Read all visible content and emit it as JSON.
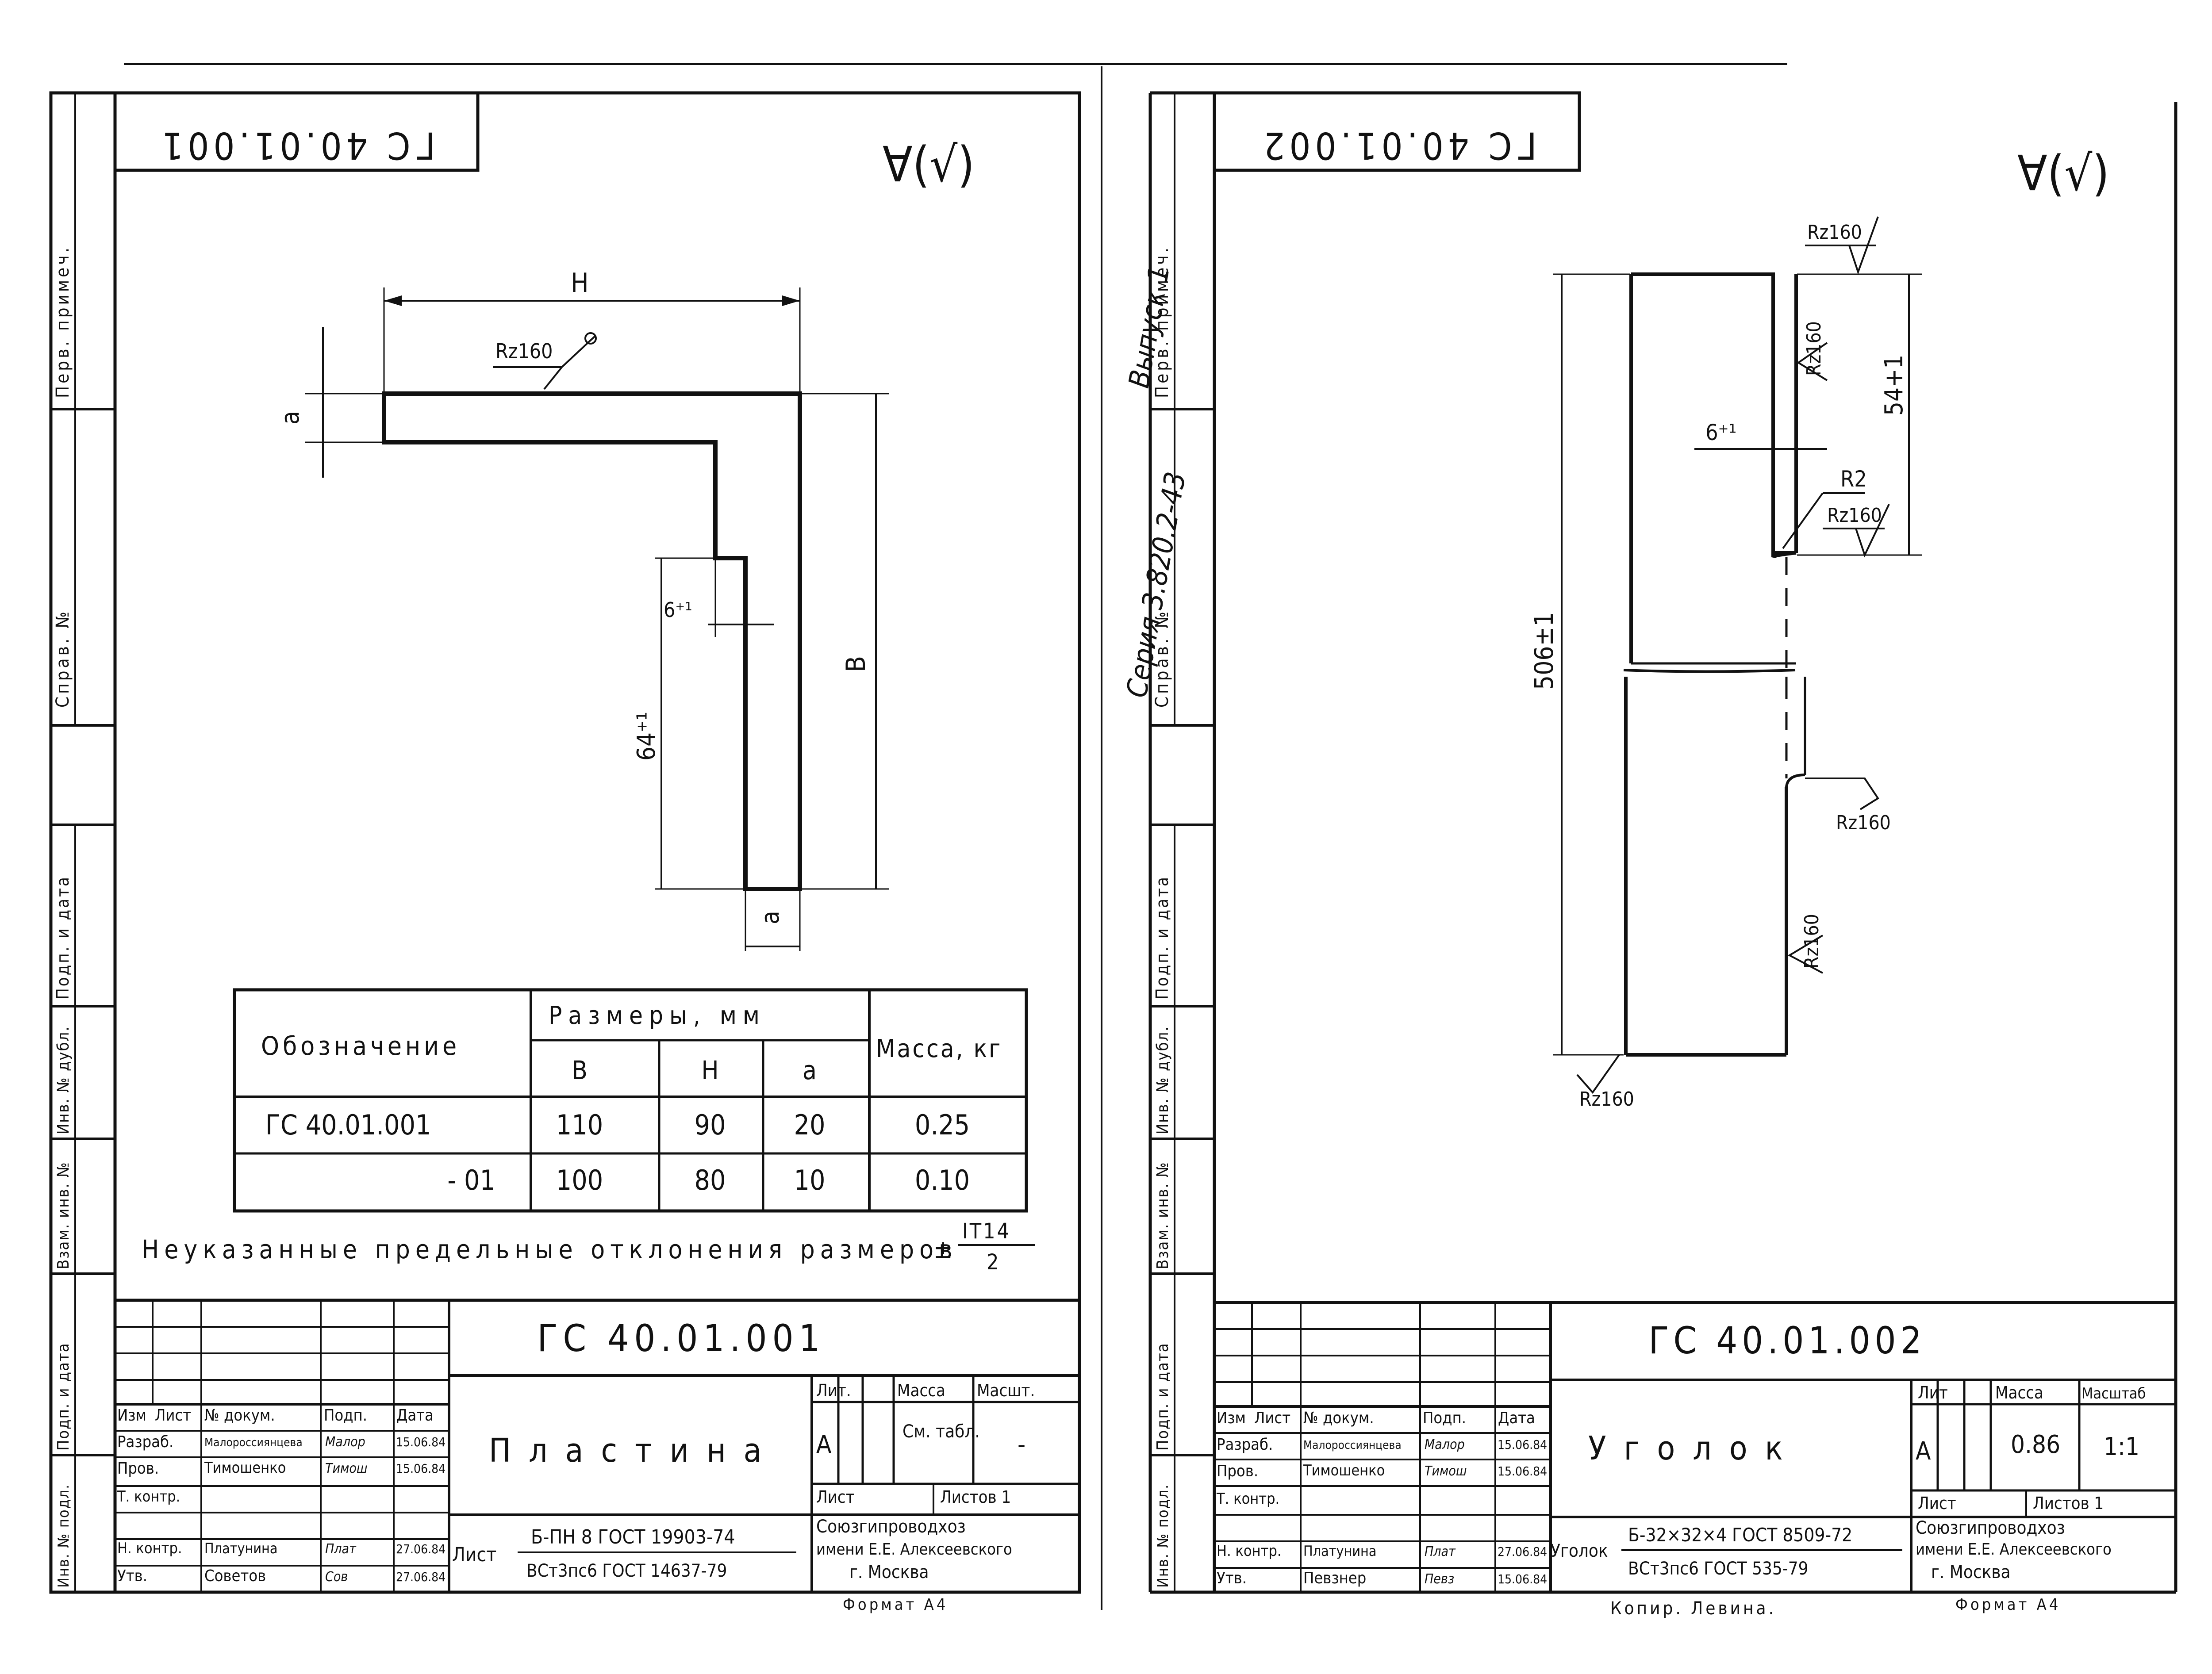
{
  "sheets": [
    {
      "code_top": "ГС 40.01.001",
      "roughness_mark": "∀(√)",
      "dims": {
        "H": "H",
        "a_top": "a",
        "Rz": "Rz160",
        "six": "6⁺¹",
        "sixtyfour": "64⁺¹",
        "B": "B",
        "a_bottom": "a"
      },
      "table": {
        "header": "Обозначение",
        "group": "Размеры, мм",
        "mass": "Масса, кг",
        "cols": [
          "B",
          "H",
          "a"
        ],
        "rows": [
          {
            "name": "ГС 40.01.001",
            "v": [
              "110",
              "90",
              "20"
            ],
            "mass": "0.25"
          },
          {
            "name": "- 01",
            "v": [
              "100",
              "80",
              "10"
            ],
            "mass": "0.10"
          }
        ]
      },
      "note": "Неуказанные предельные отклонения размеров",
      "note_frac": {
        "sign": "±",
        "num": "IT14",
        "den": "2"
      },
      "side": {
        "perv": "Перв. примеч.",
        "sprav": "Справ. №",
        "podp": "Подп. и дата",
        "inv_dubl": "Инв. № дубл.",
        "vzam": "Взам. инв. №",
        "podp2": "Подп. и дата",
        "inv_podl": "Инв. № подл."
      },
      "stamp": {
        "code": "ГС 40.01.001",
        "title": "Пластина",
        "hdr": [
          "Изм",
          "Лист",
          "№ докум.",
          "Подп.",
          "Дата"
        ],
        "roles": [
          {
            "role": "Разраб.",
            "name": "Малороссиянцева",
            "sign": "Малор",
            "date": "15.06.84"
          },
          {
            "role": "Пров.",
            "name": "Тимошенко",
            "sign": "Тимош",
            "date": "15.06.84"
          },
          {
            "role": "Т. контр.",
            "name": "",
            "sign": "",
            "date": ""
          },
          {
            "role": "Н. контр.",
            "name": "Платунина",
            "sign": "Плат",
            "date": "27.06.84"
          },
          {
            "role": "Утв.",
            "name": "Советов",
            "sign": "Сов",
            "date": "27.06.84"
          }
        ],
        "lit": "Лит.",
        "massa": "Масса",
        "masht": "Масшт.",
        "lit_val": "А",
        "mass_val": "См. табл.",
        "scale_val": "-",
        "list": "Лист",
        "listov": "Листов 1",
        "material_label": "Лист",
        "mat1": "Б-ПН 8 ГОСТ 19903-74",
        "mat2": "ВСт3пс6 ГОСТ 14637-79",
        "org1": "Союзгипроводхоз",
        "org2": "имени Е.Е. Алексеевского",
        "org3": "г. Москва",
        "format": "Формат А4"
      }
    },
    {
      "code_top": "ГС 40.01.002",
      "roughness_mark": "∀(√)",
      "series": "Серия 3.820.2-43",
      "vypusk": "Выпуск 1",
      "dims": {
        "rz": "Rz160",
        "len": "506±1",
        "fiftyfour": "54+1",
        "six": "6⁺¹",
        "r2": "R2"
      },
      "side": {
        "perv": "Перв. примеч.",
        "sprav": "Справ. №",
        "podp": "Подп. и дата",
        "inv_dubl": "Инв. № дубл.",
        "vzam": "Взам. инв. №",
        "podp2": "Подп. и дата",
        "inv_podl": "Инв. № подл."
      },
      "stamp": {
        "code": "ГС 40.01.002",
        "title": "Уголок",
        "hdr": [
          "Изм",
          "Лист",
          "№ докум.",
          "Подп.",
          "Дата"
        ],
        "roles": [
          {
            "role": "Разраб.",
            "name": "Малороссиянцева",
            "sign": "Малор",
            "date": "15.06.84"
          },
          {
            "role": "Пров.",
            "name": "Тимошенко",
            "sign": "Тимош",
            "date": "15.06.84"
          },
          {
            "role": "Т. контр.",
            "name": "",
            "sign": "",
            "date": ""
          },
          {
            "role": "Н. контр.",
            "name": "Платунина",
            "sign": "Плат",
            "date": "27.06.84"
          },
          {
            "role": "Утв.",
            "name": "Певзнер",
            "sign": "Певз",
            "date": "15.06.84"
          }
        ],
        "lit": "Лит",
        "massa": "Масса",
        "masht": "Масштаб",
        "lit_val": "А",
        "mass_val": "0.86",
        "scale_val": "1:1",
        "list": "Лист",
        "listov": "Листов 1",
        "material_label": "Уголок",
        "mat1": "Б-32×32×4 ГОСТ 8509-72",
        "mat2": "ВСт3пс6 ГОСТ 535-79",
        "org1": "Союзгипроводхоз",
        "org2": "имени Е.Е. Алексеевского",
        "org3": "г. Москва",
        "format": "Формат А4"
      }
    }
  ],
  "copy_note": "Копир. Левина."
}
